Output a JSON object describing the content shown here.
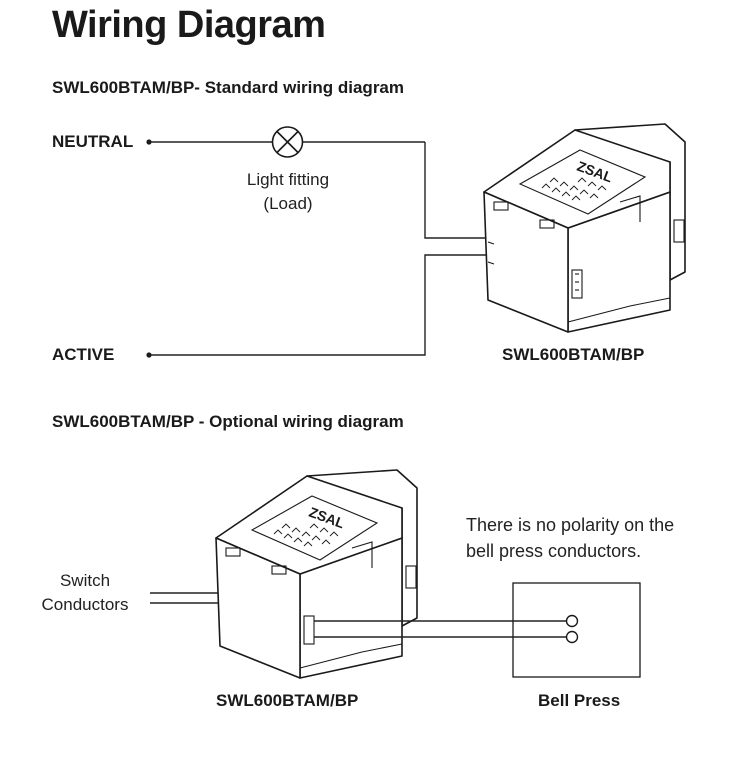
{
  "title": "Wiring Diagram",
  "standard": {
    "heading": "SWL600BTAM/BP- Standard wiring diagram",
    "neutral_label": "NEUTRAL",
    "active_label": "ACTIVE",
    "load_line1": "Light fitting",
    "load_line2": "(Load)",
    "device_label": "SWL600BTAM/BP"
  },
  "optional": {
    "heading": "SWL600BTAM/BP - Optional wiring diagram",
    "switch_line1": "Switch",
    "switch_line2": "Conductors",
    "note_line1": "There is no polarity on the",
    "note_line2": "bell press conductors.",
    "device_label": "SWL600BTAM/BP",
    "bell_label": "Bell Press"
  },
  "icons": {
    "lamp": "lamp-symbol-icon",
    "switch_module": "switch-mechanism-icon",
    "bell_press": "bell-press-icon"
  }
}
